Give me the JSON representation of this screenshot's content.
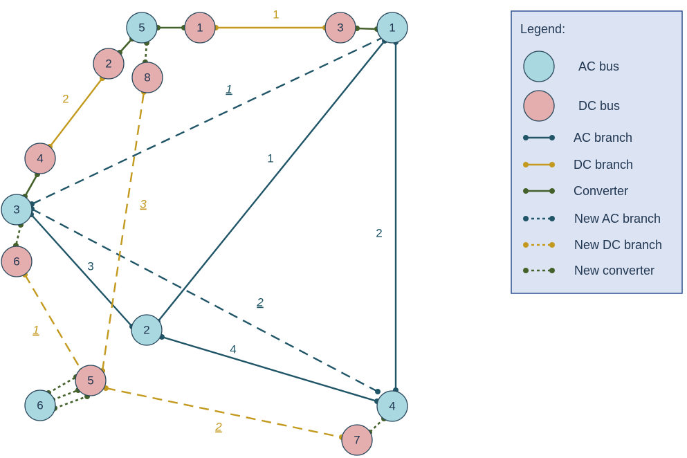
{
  "colors": {
    "ac_fill": "#a9d8e1",
    "dc_fill": "#e4aeae",
    "node_stroke": "#2c4a5e",
    "ac_branch": "#1f5567",
    "dc_branch": "#c39a1e",
    "converter": "#44612b",
    "legend_bg": "#dce3f2",
    "legend_border": "#2f5193",
    "label_text": "#1f3550"
  },
  "nodes": [
    {
      "id": "ac1",
      "kind": "ac",
      "label": "1"
    },
    {
      "id": "ac2",
      "kind": "ac",
      "label": "2"
    },
    {
      "id": "ac3",
      "kind": "ac",
      "label": "3"
    },
    {
      "id": "ac4",
      "kind": "ac",
      "label": "4"
    },
    {
      "id": "ac5",
      "kind": "ac",
      "label": "5"
    },
    {
      "id": "ac6",
      "kind": "ac",
      "label": "6"
    },
    {
      "id": "dc1",
      "kind": "dc",
      "label": "1"
    },
    {
      "id": "dc2",
      "kind": "dc",
      "label": "2"
    },
    {
      "id": "dc3",
      "kind": "dc",
      "label": "3"
    },
    {
      "id": "dc4",
      "kind": "dc",
      "label": "4"
    },
    {
      "id": "dc5",
      "kind": "dc",
      "label": "5"
    },
    {
      "id": "dc6",
      "kind": "dc",
      "label": "6"
    },
    {
      "id": "dc7",
      "kind": "dc",
      "label": "7"
    },
    {
      "id": "dc8",
      "kind": "dc",
      "label": "8"
    }
  ],
  "edges": [
    {
      "from": "ac1",
      "to": "ac2",
      "type": "ac",
      "new": false,
      "label": "1"
    },
    {
      "from": "ac1",
      "to": "ac4",
      "type": "ac",
      "new": false,
      "label": "2"
    },
    {
      "from": "ac3",
      "to": "ac2",
      "type": "ac",
      "new": false,
      "label": "3"
    },
    {
      "from": "ac2",
      "to": "ac4",
      "type": "ac",
      "new": false,
      "label": "4"
    },
    {
      "from": "ac3",
      "to": "ac1",
      "type": "ac",
      "new": true,
      "label": "1"
    },
    {
      "from": "ac3",
      "to": "ac4",
      "type": "ac",
      "new": true,
      "label": "2"
    },
    {
      "from": "dc1",
      "to": "dc3",
      "type": "dc",
      "new": false,
      "label": "1"
    },
    {
      "from": "dc2",
      "to": "dc4",
      "type": "dc",
      "new": false,
      "label": "2"
    },
    {
      "from": "dc6",
      "to": "dc5",
      "type": "dc",
      "new": true,
      "label": "1"
    },
    {
      "from": "dc5",
      "to": "dc7",
      "type": "dc",
      "new": true,
      "label": "2"
    },
    {
      "from": "dc5",
      "to": "dc8",
      "type": "dc",
      "new": true,
      "label": "3"
    },
    {
      "from": "ac5",
      "to": "dc1",
      "type": "conv",
      "new": false,
      "label": ""
    },
    {
      "from": "dc3",
      "to": "ac1",
      "type": "conv",
      "new": false,
      "label": ""
    },
    {
      "from": "ac5",
      "to": "dc2",
      "type": "conv",
      "new": false,
      "label": ""
    },
    {
      "from": "dc4",
      "to": "ac3",
      "type": "conv",
      "new": false,
      "label": ""
    },
    {
      "from": "ac5",
      "to": "dc8",
      "type": "conv",
      "new": true,
      "label": ""
    },
    {
      "from": "ac3",
      "to": "dc6",
      "type": "conv",
      "new": true,
      "label": ""
    },
    {
      "from": "ac4",
      "to": "dc7",
      "type": "conv",
      "new": true,
      "label": ""
    },
    {
      "from": "ac6",
      "to": "dc5",
      "type": "conv",
      "new": true,
      "label": ""
    },
    {
      "from": "ac6",
      "to": "dc5",
      "type": "conv",
      "new": true,
      "label": ""
    },
    {
      "from": "ac6",
      "to": "dc5",
      "type": "conv",
      "new": true,
      "label": ""
    }
  ],
  "legend": {
    "title": "Legend:",
    "items": [
      {
        "kind": "ac-bus",
        "label": "AC bus"
      },
      {
        "kind": "dc-bus",
        "label": "DC bus"
      },
      {
        "kind": "ac",
        "new": false,
        "label": "AC branch"
      },
      {
        "kind": "dc",
        "new": false,
        "label": "DC branch"
      },
      {
        "kind": "conv",
        "new": false,
        "label": "Converter"
      },
      {
        "kind": "ac",
        "new": true,
        "label": "New AC branch"
      },
      {
        "kind": "dc",
        "new": true,
        "label": "New DC branch"
      },
      {
        "kind": "conv",
        "new": true,
        "label": "New converter"
      }
    ]
  }
}
